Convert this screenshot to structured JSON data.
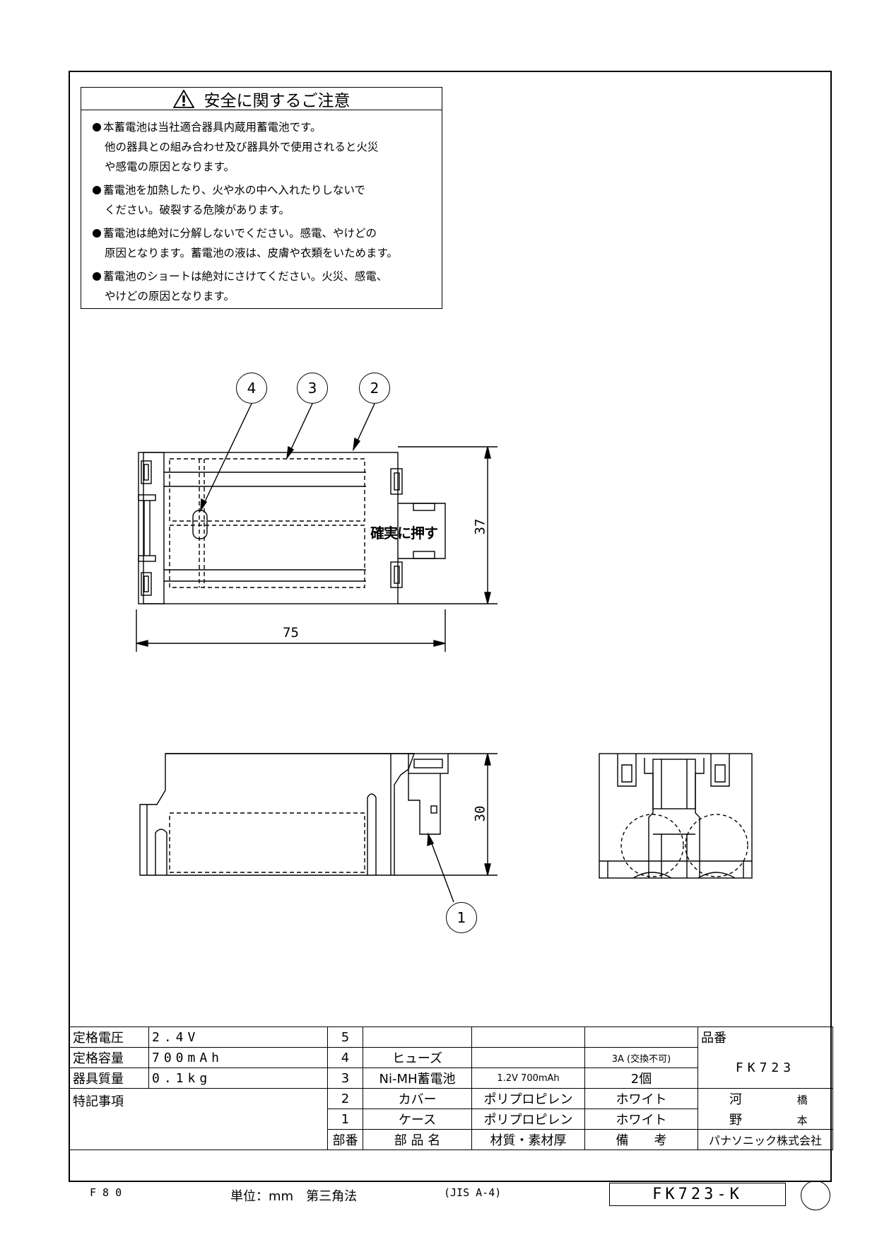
{
  "safety": {
    "title": "安全に関するご注意",
    "items": [
      {
        "lines": [
          "本蓄電池は当社適合器具内蔵用蓄電池です。",
          "他の器具との組み合わせ及び器具外で使用されると火災",
          "や感電の原因となります。"
        ]
      },
      {
        "lines": [
          "蓄電池を加熱したり、火や水の中へ入れたりしないで",
          "ください。破裂する危険があります。"
        ]
      },
      {
        "lines": [
          "蓄電池は絶対に分解しないでください。感電、やけどの",
          "原因となります。蓄電池の液は、皮膚や衣類をいためます。"
        ]
      },
      {
        "lines": [
          "蓄電池のショートは絶対にさけてください。火災、感電、",
          "やけどの原因となります。"
        ]
      }
    ]
  },
  "drawing": {
    "push_label": "確実に押す",
    "dim_width": "75",
    "dim_height": "37",
    "dim_depth": "30",
    "balloons": [
      "4",
      "3",
      "2",
      "1"
    ]
  },
  "spec_table": {
    "rated_voltage_label": "定格電圧",
    "rated_voltage_value": "2.4V",
    "rated_capacity_label": "定格容量",
    "rated_capacity_value": "700mAh",
    "mass_label": "器具質量",
    "mass_value": "0.1kg",
    "notes_label": "特記事項",
    "parts": [
      {
        "no": "5",
        "name": "",
        "material": "",
        "remarks": ""
      },
      {
        "no": "4",
        "name": "ヒューズ",
        "material": "",
        "remarks": "3A (交換不可)"
      },
      {
        "no": "3",
        "name": "Ni-MH蓄電池",
        "material": "1.2V 700mAh",
        "remarks": "2個"
      },
      {
        "no": "2",
        "name": "カバー",
        "material": "ポリプロピレン",
        "remarks": "ホワイト"
      },
      {
        "no": "1",
        "name": "ケース",
        "material": "ポリプロピレン",
        "remarks": "ホワイト"
      }
    ],
    "header": {
      "no": "部番",
      "name": "部 品 名",
      "material": "材質・素材厚",
      "remarks": "備　　考"
    },
    "part_number_label": "品番",
    "part_number": "FK723",
    "sign_1": "河",
    "sign_2": "橋",
    "sign_3": "野",
    "sign_4": "本",
    "company": "パナソニック株式会社"
  },
  "footer": {
    "scale": "F 8 0",
    "method": "単位：mm　第三角法",
    "paper": "(JIS A-4)",
    "drawing_number": "FK723-K"
  }
}
